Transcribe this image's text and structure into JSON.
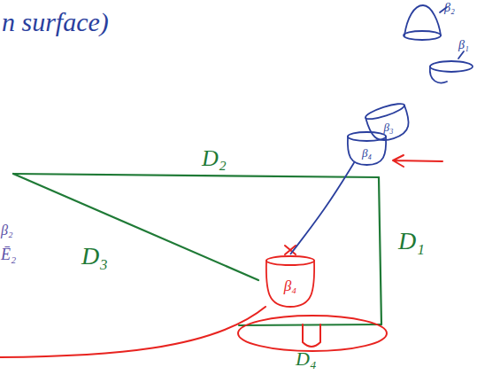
{
  "diagram": {
    "nodes": [
      {
        "text": [
          "β₃"
        ]
      },
      {
        "text": [
          "β₄"
        ]
      },
      {
        "text": [
          "β₄"
        ]
      }
    ],
    "edges": [
      {
        "from": 1,
        "to": 2,
        "arrow": "none"
      }
    ],
    "labels": [
      "n surface)",
      "β₂",
      "β₁",
      "D₂",
      "β₂",
      "Ē₂",
      "D₁",
      "D₃",
      "D₄"
    ]
  }
}
